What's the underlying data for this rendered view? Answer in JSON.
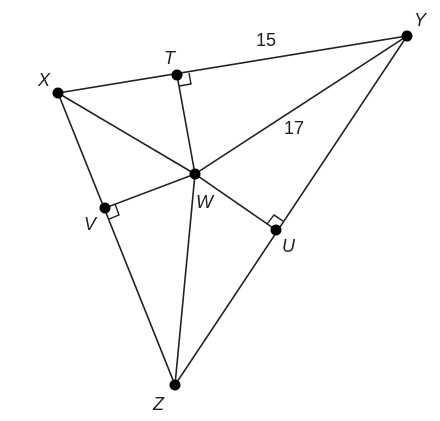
{
  "figure": {
    "points": {
      "X": "X",
      "Y": "Y",
      "Z": "Z",
      "T": "T",
      "U": "U",
      "V": "V",
      "W": "W"
    },
    "measures": {
      "TY": "15",
      "WY": "17"
    },
    "line_color": "#231f20",
    "point_color": "#000000"
  }
}
